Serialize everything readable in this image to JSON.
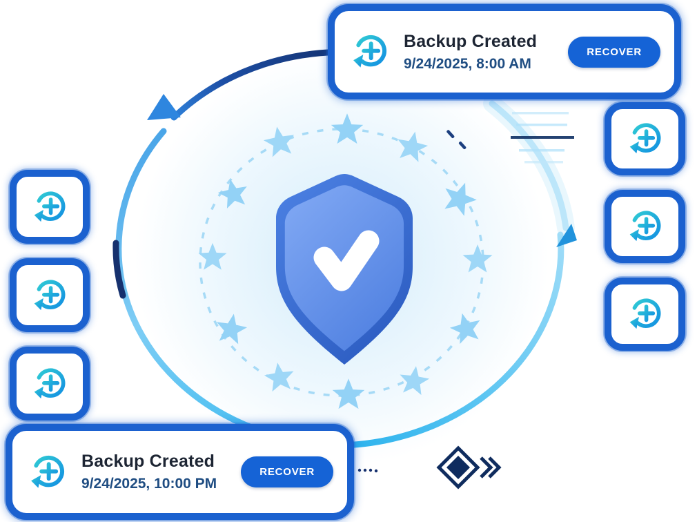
{
  "notifications": [
    {
      "title": "Backup Created",
      "timestamp": "9/24/2025, 8:00 AM",
      "action_label": "RECOVER"
    },
    {
      "title": "Backup Created",
      "timestamp": "9/24/2025, 10:00 PM",
      "action_label": "RECOVER"
    }
  ],
  "backup_tiles": {
    "left_count": 3,
    "right_count": 3
  },
  "icons": {
    "card_icon": "backup-restore-plus-icon",
    "tile_icon": "backup-restore-plus-icon",
    "center": "shield-check-icon",
    "ring": "star-icon",
    "cycle": "refresh-cycle-arrow",
    "corner": "diamond-chevrons"
  },
  "colors": {
    "card_border": "#1b61cf",
    "accent_button": "#1563d6",
    "title_text": "#1d2533",
    "timestamp_text": "#1f4d82",
    "icon_gradient_start": "#2fc9d4",
    "icon_gradient_end": "#1390e2",
    "shield_outer_top": "#4d82e4",
    "shield_outer_bottom": "#2d5dc2",
    "shield_inner_top": "#7fa7f3",
    "shield_inner_bottom": "#4e7fe0",
    "checkmark": "#ffffff",
    "star": "#9ed7f7",
    "arc_navy": "#122c66",
    "arc_light": "#7ecdf5",
    "arc_cyan": "#29b2ed",
    "diamond": "#0f2c5e"
  }
}
